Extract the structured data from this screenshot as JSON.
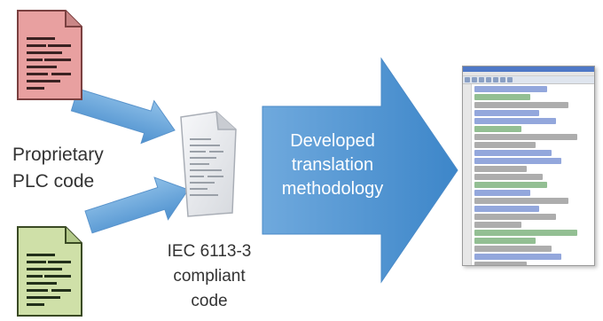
{
  "labels": {
    "proprietary_line1": "Proprietary",
    "proprietary_line2": "PLC code",
    "iec_line1": "IEC 6113-3",
    "iec_line2": "compliant",
    "iec_line3": "code",
    "developed_line1": "Developed",
    "developed_line2": "translation",
    "developed_line3": "methodology"
  },
  "colors": {
    "red_document": "#e8a0a0",
    "green_document": "#cfe0a8",
    "grey_document": "#e6e8ec",
    "small_arrow": "#6aa6d9",
    "big_arrow": "#5b9bd5",
    "code_keyword": "#3b5fc0",
    "code_comment": "#3a8a3a",
    "code_plain": "#6a6a6a"
  },
  "icons": {
    "red_document": "document-icon",
    "green_document": "document-icon",
    "grey_document": "document-icon",
    "ide_screenshot": "code-editor-screenshot"
  },
  "code_editor": {
    "line_kinds": [
      "k",
      "c",
      "p",
      "k",
      "k",
      "c",
      "p",
      "p",
      "k",
      "k",
      "p",
      "p",
      "c",
      "k",
      "p",
      "k",
      "p",
      "p",
      "c",
      "c",
      "p",
      "k",
      "p",
      "k",
      "p",
      "k",
      "p",
      "c"
    ]
  }
}
